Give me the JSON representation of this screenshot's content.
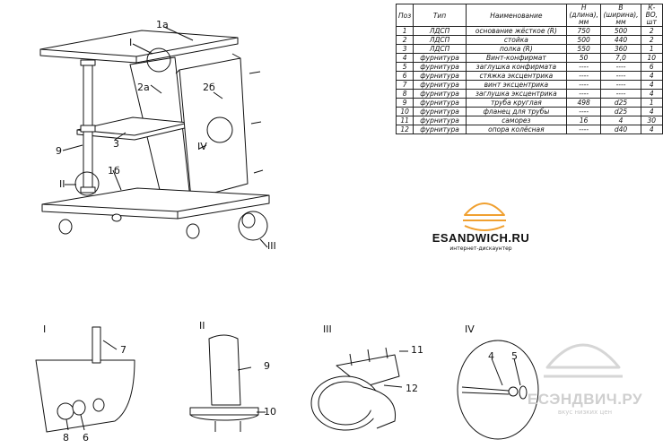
{
  "spec_table": {
    "headers": [
      "Поз",
      "Тип",
      "Наименование",
      "Н (длина), мм",
      "В (ширина), мм",
      "К-ВО, шт"
    ],
    "rows": [
      [
        "1",
        "ЛДСП",
        "основание жёсткое (R)",
        "750",
        "500",
        "2"
      ],
      [
        "2",
        "ЛДСП",
        "стойка",
        "500",
        "440",
        "2"
      ],
      [
        "3",
        "ЛДСП",
        "полка (R)",
        "550",
        "360",
        "1"
      ],
      [
        "4",
        "фурнитура",
        "Винт-конфирмат",
        "50",
        "7,0",
        "10"
      ],
      [
        "5",
        "фурнитура",
        "заглушка конфирмата",
        "----",
        "----",
        "6"
      ],
      [
        "6",
        "фурнитура",
        "стяжка эксцентрика",
        "----",
        "----",
        "4"
      ],
      [
        "7",
        "фурнитура",
        "винт эксцентрика",
        "----",
        "----",
        "4"
      ],
      [
        "8",
        "фурнитура",
        "заглушка эксцентрика",
        "----",
        "----",
        "4"
      ],
      [
        "9",
        "фурнитура",
        "труба круглая",
        "498",
        "d25",
        "1"
      ],
      [
        "10",
        "фурнитура",
        "фланец для трубы",
        "----",
        "d25",
        "4"
      ],
      [
        "11",
        "фурнитура",
        "саморез",
        "16",
        "4",
        "30"
      ],
      [
        "12",
        "фурнитура",
        "опора колёсная",
        "----",
        "d40",
        "4"
      ]
    ]
  },
  "assembly_labels": {
    "a1": "1а",
    "a2": "2а",
    "b2": "2б",
    "l3": "3",
    "b1": "1б",
    "l9": "9",
    "rI": "I",
    "rII": "II",
    "rIII": "III",
    "rIV": "IV"
  },
  "detail_titles": {
    "d1": "I",
    "d2": "II",
    "d3": "III",
    "d4": "IV"
  },
  "detail_labels": {
    "n7": "7",
    "n8": "8",
    "n6": "6",
    "n9": "9",
    "n10": "10",
    "n11": "11",
    "n12": "12",
    "n4": "4",
    "n5": "5"
  },
  "brand": {
    "name": "ESANDWICH.RU",
    "tagline": "интернет-дискаунтер"
  },
  "watermark": {
    "name": "ЕСЭНДВИЧ.РУ",
    "tagline": "вкус низких цен"
  },
  "colors": {
    "logo_orange": "#f0a030",
    "line": "#111111",
    "watermark": "#cfcfcf"
  }
}
